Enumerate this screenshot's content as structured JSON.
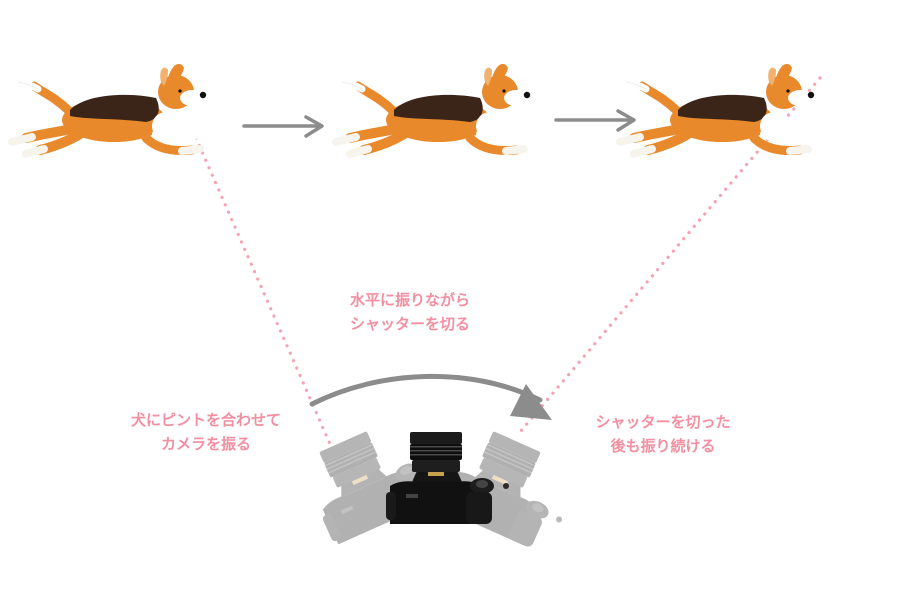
{
  "labels": {
    "center": {
      "line1": "水平に振りながら",
      "line2": "シャッターを切る"
    },
    "left": {
      "line1": "犬にピントを合わせて",
      "line2": "カメラを振る"
    },
    "right": {
      "line1": "シャッターを切った",
      "line2": "後も振り続ける"
    }
  },
  "colors": {
    "label_text": "#f28fa0",
    "dotted_line": "#f5a3b2",
    "arrow": "#8c8c8c",
    "dog_orange": "#e8892b",
    "dog_saddle": "#3b2418",
    "camera_body": "#111111"
  },
  "icons": {
    "dog": "running-beagle-icon",
    "camera": "dslr-camera-icon",
    "arrow": "right-arrow-icon",
    "swing_arrow": "curved-pan-arrow-icon"
  }
}
